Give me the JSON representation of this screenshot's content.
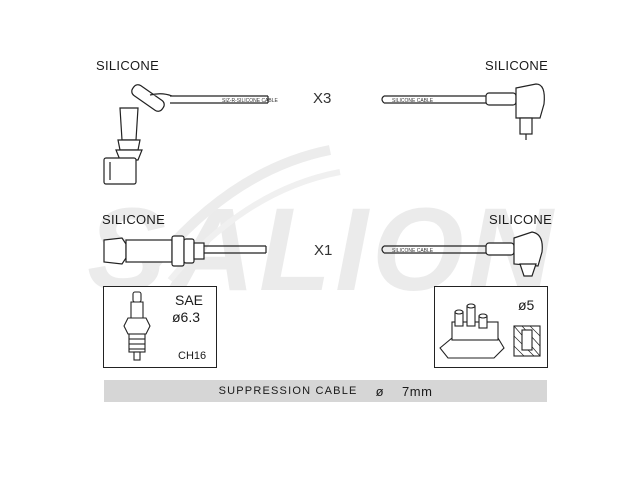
{
  "watermark": {
    "text": "SALION",
    "color": "#e6e6e6"
  },
  "rows": [
    {
      "left_label": "SILICONE",
      "right_label": "SILICONE",
      "quantity": "X3"
    },
    {
      "left_label": "SILICONE",
      "right_label": "SILICONE",
      "quantity": "X1"
    }
  ],
  "left_box": {
    "standard": "SAE",
    "diameter": "ø6.3",
    "hex": "CH16"
  },
  "right_box": {
    "diameter": "ø5"
  },
  "banner": {
    "label": "SUPPRESSION CABLE",
    "symbol": "ø",
    "size": "7mm"
  }
}
